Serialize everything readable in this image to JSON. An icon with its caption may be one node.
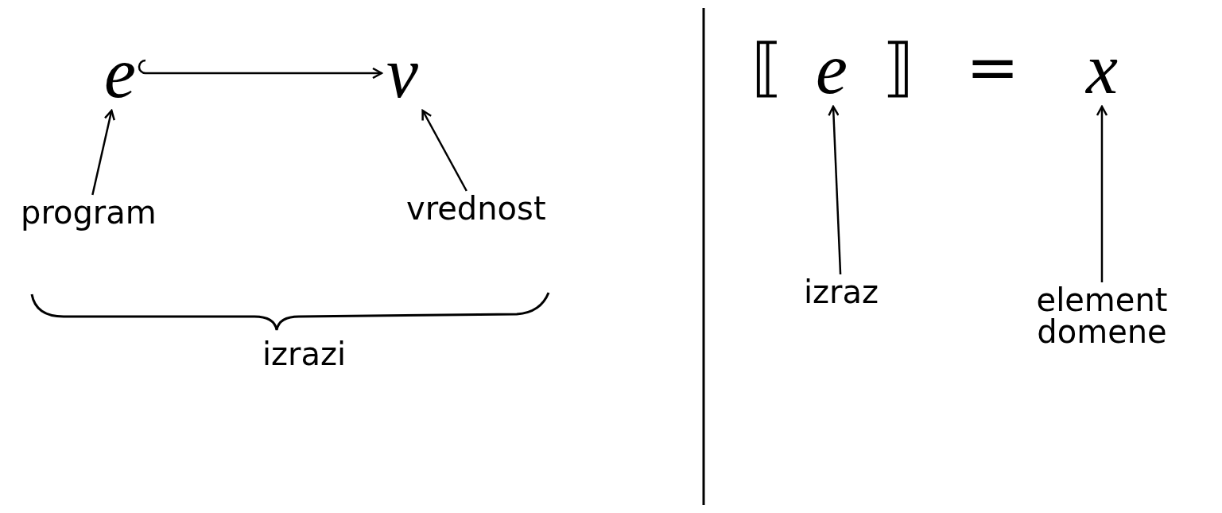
{
  "diagram": {
    "nodes": [
      {
        "text": [
          "e"
        ]
      },
      {
        "text": [
          "v"
        ]
      },
      {
        "text": [
          "program"
        ]
      },
      {
        "text": [
          "vrednost"
        ]
      },
      {
        "text": [
          "e"
        ]
      },
      {
        "text": [
          "x"
        ]
      },
      {
        "text": [
          "izraz"
        ]
      },
      {
        "text": [
          "element domene"
        ]
      }
    ],
    "edges": [
      {
        "from": 0,
        "to": 1,
        "arrow": "to"
      },
      {
        "from": 2,
        "to": 0,
        "arrow": "to"
      },
      {
        "from": 3,
        "to": 1,
        "arrow": "to"
      },
      {
        "from": 6,
        "to": 4,
        "arrow": "to"
      },
      {
        "from": 7,
        "to": 5,
        "arrow": "to"
      }
    ],
    "labels": [
      "izrazi",
      "⟦",
      "⟧",
      "="
    ]
  }
}
